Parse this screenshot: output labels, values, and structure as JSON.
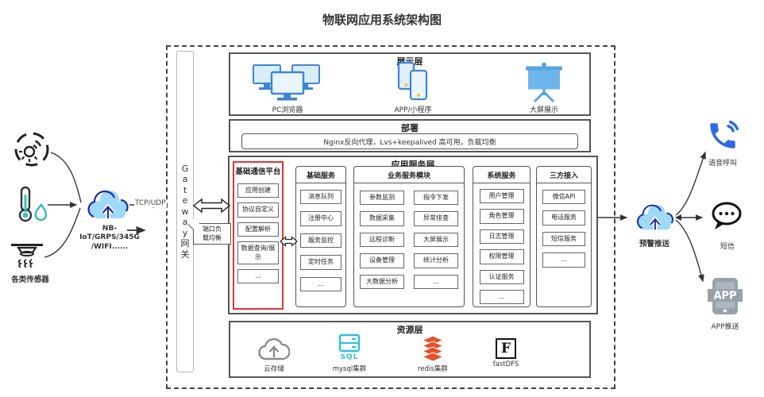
{
  "title": "物联网应用系统架构图",
  "left": {
    "sensors_label": "各类传感器",
    "cloud_label_lines": [
      "NB-",
      "IoT/GRPS/345G",
      "/WIFI......"
    ],
    "protocol_label": "TCP/UDP"
  },
  "gateway": {
    "label_chars": [
      "G",
      "a",
      "t",
      "e",
      "w",
      "a",
      "y",
      "网",
      "关"
    ],
    "port_tag_lines": [
      "端口负",
      "载均衡"
    ]
  },
  "display_layer": {
    "title": "展示层",
    "items": [
      {
        "label": "PC浏览器"
      },
      {
        "label": "APP/小程序"
      },
      {
        "label": "大屏展示"
      }
    ]
  },
  "deploy_layer": {
    "title": "部署",
    "content": "Nginx反向代理，Lvs+keepalived 高可用，负载均衡"
  },
  "app_layer": {
    "title": "应用服务层",
    "comm_platform": {
      "title": "基础通信平台",
      "items": [
        "应用创建",
        "协议自定义",
        "配置解析",
        "数据查询/展示",
        "..."
      ]
    },
    "basic_services": {
      "title": "基础服务",
      "items": [
        "消息队列",
        "注册中心",
        "服务监控",
        "定时任务",
        "..."
      ]
    },
    "business_module": {
      "title": "业务服务模块",
      "col1": [
        "参数监测",
        "数据采集",
        "远程诊断",
        "设备管理",
        "大数据分析"
      ],
      "col2": [
        "指令下发",
        "异常排查",
        "大屏展示",
        "统计分析",
        "..."
      ]
    },
    "system_services": {
      "title": "系统服务",
      "items": [
        "用户管理",
        "角色管理",
        "日志管理",
        "权限管理",
        "认证服务",
        "..."
      ]
    },
    "third_party": {
      "title": "三方接入",
      "items": [
        "微信API",
        "电话服务",
        "短信服务",
        "..."
      ]
    }
  },
  "resource_layer": {
    "title": "资源层",
    "items": [
      {
        "label": "云存储"
      },
      {
        "label": "mysql集群"
      },
      {
        "label": "redis集群"
      },
      {
        "label": "fastDFS"
      }
    ],
    "sql_text": "SQL",
    "fastdfs_letter": "F"
  },
  "right": {
    "cloud_label": "预警推送",
    "targets": [
      {
        "label": "语音呼叫"
      },
      {
        "label": "短信"
      },
      {
        "label": "APP推送"
      }
    ],
    "app_icon_text": "APP"
  },
  "colors": {
    "accent_blue": "#3d85d6",
    "light_blue_fill": "#d8ecfa",
    "cloud_blue": "#9ed9f7",
    "navy_outline": "#1d2f9e",
    "red_border": "#e53333",
    "mysql_cyan": "#2bc0e4",
    "redis_orange": "#e8502a",
    "call_blue": "#2e6be6",
    "app_gray": "#98a2ab"
  }
}
